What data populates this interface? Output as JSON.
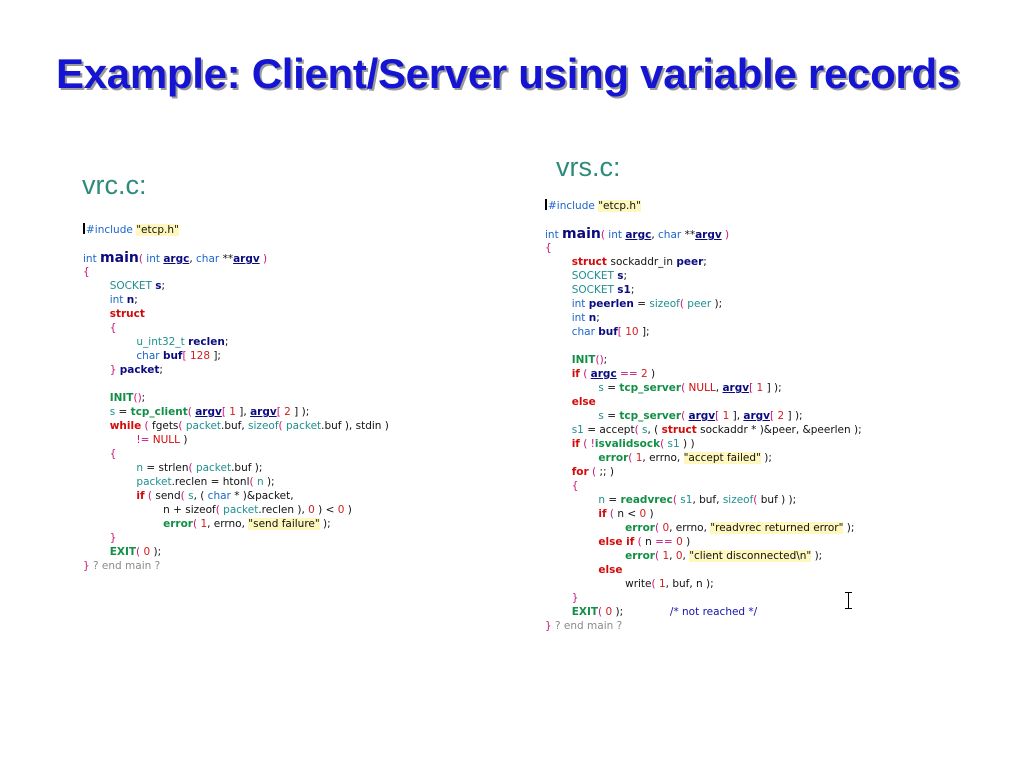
{
  "slide": {
    "title": "Example: Client/Server using variable records",
    "labels": {
      "client": "vrc.c:",
      "server": "vrs.c:"
    }
  },
  "colors": {
    "title": "#1414d2",
    "label": "#2e8b7a",
    "keyword": "#1a66cc",
    "type": "#1f8f8f",
    "control": "#d20a0a",
    "function": "#118f45",
    "variable": "#0b0b80",
    "number": "#d21e1e",
    "string_highlight": "#fff8be"
  },
  "client_code": [
    [
      [
        "pp",
        "#include "
      ],
      [
        "str",
        "\"etcp.h\""
      ]
    ],
    [],
    [
      [
        "kw",
        "int "
      ],
      [
        "main",
        "main"
      ],
      [
        "br",
        "("
      ],
      [
        "pl",
        " "
      ],
      [
        "kw",
        "int "
      ],
      [
        "arg",
        "argc"
      ],
      [
        "pl",
        ", "
      ],
      [
        "kw",
        "char "
      ],
      [
        "pl",
        "**"
      ],
      [
        "arg",
        "argv"
      ],
      [
        "pl",
        " "
      ],
      [
        "br",
        ")"
      ]
    ],
    [
      [
        "br",
        "{"
      ]
    ],
    [
      [
        "pl",
        "        "
      ],
      [
        "ty",
        "SOCKET "
      ],
      [
        "var",
        "s"
      ],
      [
        "pl",
        ";"
      ]
    ],
    [
      [
        "pl",
        "        "
      ],
      [
        "kw",
        "int "
      ],
      [
        "var",
        "n"
      ],
      [
        "pl",
        ";"
      ]
    ],
    [
      [
        "pl",
        "        "
      ],
      [
        "ctl",
        "struct"
      ]
    ],
    [
      [
        "pl",
        "        "
      ],
      [
        "br",
        "{"
      ]
    ],
    [
      [
        "pl",
        "                "
      ],
      [
        "ty",
        "u_int32_t "
      ],
      [
        "var",
        "reclen"
      ],
      [
        "pl",
        ";"
      ]
    ],
    [
      [
        "pl",
        "                "
      ],
      [
        "kw",
        "char "
      ],
      [
        "var",
        "buf"
      ],
      [
        "br",
        "["
      ],
      [
        "pl",
        " "
      ],
      [
        "num",
        "128"
      ],
      [
        "pl",
        " ];"
      ]
    ],
    [
      [
        "pl",
        "        "
      ],
      [
        "br",
        "}"
      ],
      [
        "pl",
        " "
      ],
      [
        "var",
        "packet"
      ],
      [
        "pl",
        ";"
      ]
    ],
    [],
    [
      [
        "pl",
        "        "
      ],
      [
        "fn",
        "INIT"
      ],
      [
        "br",
        "()"
      ],
      [
        "pl",
        ";"
      ]
    ],
    [
      [
        "pl",
        "        "
      ],
      [
        "fld",
        "s"
      ],
      [
        "pl",
        " = "
      ],
      [
        "fn",
        "tcp_client"
      ],
      [
        "br",
        "("
      ],
      [
        "pl",
        " "
      ],
      [
        "arg",
        "argv"
      ],
      [
        "br",
        "["
      ],
      [
        "pl",
        " "
      ],
      [
        "num",
        "1"
      ],
      [
        "pl",
        " ], "
      ],
      [
        "arg",
        "argv"
      ],
      [
        "br",
        "["
      ],
      [
        "pl",
        " "
      ],
      [
        "num",
        "2"
      ],
      [
        "pl",
        " ] );"
      ]
    ],
    [
      [
        "pl",
        "        "
      ],
      [
        "ctl",
        "while"
      ],
      [
        "pl",
        " "
      ],
      [
        "br",
        "("
      ],
      [
        "pl",
        " fgets"
      ],
      [
        "br",
        "("
      ],
      [
        "pl",
        " "
      ],
      [
        "fld",
        "packet"
      ],
      [
        "pl",
        ".buf, "
      ],
      [
        "fld",
        "sizeof"
      ],
      [
        "br",
        "("
      ],
      [
        "pl",
        " "
      ],
      [
        "fld",
        "packet"
      ],
      [
        "pl",
        ".buf ), stdin )"
      ]
    ],
    [
      [
        "pl",
        "                "
      ],
      [
        "op",
        "!="
      ],
      [
        "pl",
        " "
      ],
      [
        "nul",
        "NULL"
      ],
      [
        "pl",
        " )"
      ]
    ],
    [
      [
        "pl",
        "        "
      ],
      [
        "br",
        "{"
      ]
    ],
    [
      [
        "pl",
        "                "
      ],
      [
        "fld",
        "n"
      ],
      [
        "pl",
        " = strlen"
      ],
      [
        "br",
        "("
      ],
      [
        "pl",
        " "
      ],
      [
        "fld",
        "packet"
      ],
      [
        "pl",
        ".buf );"
      ]
    ],
    [
      [
        "pl",
        "                "
      ],
      [
        "fld",
        "packet"
      ],
      [
        "pl",
        ".reclen = htonl"
      ],
      [
        "br",
        "("
      ],
      [
        "pl",
        " "
      ],
      [
        "fld",
        "n"
      ],
      [
        "pl",
        " );"
      ]
    ],
    [
      [
        "pl",
        "                "
      ],
      [
        "ctl",
        "if"
      ],
      [
        "pl",
        " "
      ],
      [
        "br",
        "("
      ],
      [
        "pl",
        " send"
      ],
      [
        "br",
        "("
      ],
      [
        "pl",
        " "
      ],
      [
        "fld",
        "s"
      ],
      [
        "pl",
        ", ( "
      ],
      [
        "kw",
        "char"
      ],
      [
        "pl",
        " * )&packet,"
      ]
    ],
    [
      [
        "pl",
        "                        "
      ],
      [
        "pl",
        "n + sizeof"
      ],
      [
        "br",
        "("
      ],
      [
        "pl",
        " "
      ],
      [
        "fld",
        "packet"
      ],
      [
        "pl",
        ".reclen ), "
      ],
      [
        "num",
        "0"
      ],
      [
        "pl",
        " ) < "
      ],
      [
        "num",
        "0"
      ],
      [
        "pl",
        " )"
      ]
    ],
    [
      [
        "pl",
        "                        "
      ],
      [
        "fn",
        "error"
      ],
      [
        "br",
        "("
      ],
      [
        "pl",
        " "
      ],
      [
        "num",
        "1"
      ],
      [
        "pl",
        ", errno, "
      ],
      [
        "str",
        "\"send failure\""
      ],
      [
        "pl",
        " );"
      ]
    ],
    [
      [
        "pl",
        "        "
      ],
      [
        "br",
        "}"
      ]
    ],
    [
      [
        "pl",
        "        "
      ],
      [
        "fn",
        "EXIT"
      ],
      [
        "br",
        "("
      ],
      [
        "pl",
        " "
      ],
      [
        "num",
        "0"
      ],
      [
        "pl",
        " );"
      ]
    ],
    [
      [
        "br",
        "}"
      ],
      [
        "cm",
        " ? end main ?"
      ]
    ]
  ],
  "server_code": [
    [
      [
        "pp",
        "#include "
      ],
      [
        "str",
        "\"etcp.h\""
      ]
    ],
    [],
    [
      [
        "kw",
        "int "
      ],
      [
        "main",
        "main"
      ],
      [
        "br",
        "("
      ],
      [
        "pl",
        " "
      ],
      [
        "kw",
        "int "
      ],
      [
        "arg",
        "argc"
      ],
      [
        "pl",
        ", "
      ],
      [
        "kw",
        "char "
      ],
      [
        "pl",
        "**"
      ],
      [
        "arg",
        "argv"
      ],
      [
        "pl",
        " "
      ],
      [
        "br",
        ")"
      ]
    ],
    [
      [
        "br",
        "{"
      ]
    ],
    [
      [
        "pl",
        "        "
      ],
      [
        "ctl",
        "struct "
      ],
      [
        "pl",
        "sockaddr_in "
      ],
      [
        "var",
        "peer"
      ],
      [
        "pl",
        ";"
      ]
    ],
    [
      [
        "pl",
        "        "
      ],
      [
        "ty",
        "SOCKET "
      ],
      [
        "var",
        "s"
      ],
      [
        "pl",
        ";"
      ]
    ],
    [
      [
        "pl",
        "        "
      ],
      [
        "ty",
        "SOCKET "
      ],
      [
        "var",
        "s1"
      ],
      [
        "pl",
        ";"
      ]
    ],
    [
      [
        "pl",
        "        "
      ],
      [
        "kw",
        "int "
      ],
      [
        "var",
        "peerlen"
      ],
      [
        "pl",
        " = "
      ],
      [
        "fld",
        "sizeof"
      ],
      [
        "br",
        "("
      ],
      [
        "pl",
        " "
      ],
      [
        "fld",
        "peer"
      ],
      [
        "pl",
        " );"
      ]
    ],
    [
      [
        "pl",
        "        "
      ],
      [
        "kw",
        "int "
      ],
      [
        "var",
        "n"
      ],
      [
        "pl",
        ";"
      ]
    ],
    [
      [
        "pl",
        "        "
      ],
      [
        "kw",
        "char "
      ],
      [
        "var",
        "buf"
      ],
      [
        "br",
        "["
      ],
      [
        "pl",
        " "
      ],
      [
        "num",
        "10"
      ],
      [
        "pl",
        " ];"
      ]
    ],
    [],
    [
      [
        "pl",
        "        "
      ],
      [
        "fn",
        "INIT"
      ],
      [
        "br",
        "()"
      ],
      [
        "pl",
        ";"
      ]
    ],
    [
      [
        "pl",
        "        "
      ],
      [
        "ctl",
        "if"
      ],
      [
        "pl",
        " "
      ],
      [
        "br",
        "("
      ],
      [
        "pl",
        " "
      ],
      [
        "arg",
        "argc"
      ],
      [
        "pl",
        " "
      ],
      [
        "op",
        "=="
      ],
      [
        "pl",
        " "
      ],
      [
        "num",
        "2"
      ],
      [
        "pl",
        " )"
      ]
    ],
    [
      [
        "pl",
        "                "
      ],
      [
        "fld",
        "s"
      ],
      [
        "pl",
        " = "
      ],
      [
        "fn",
        "tcp_server"
      ],
      [
        "br",
        "("
      ],
      [
        "pl",
        " "
      ],
      [
        "nul",
        "NULL"
      ],
      [
        "pl",
        ", "
      ],
      [
        "arg",
        "argv"
      ],
      [
        "br",
        "["
      ],
      [
        "pl",
        " "
      ],
      [
        "num",
        "1"
      ],
      [
        "pl",
        " ] );"
      ]
    ],
    [
      [
        "pl",
        "        "
      ],
      [
        "ctl",
        "else"
      ]
    ],
    [
      [
        "pl",
        "                "
      ],
      [
        "fld",
        "s"
      ],
      [
        "pl",
        " = "
      ],
      [
        "fn",
        "tcp_server"
      ],
      [
        "br",
        "("
      ],
      [
        "pl",
        " "
      ],
      [
        "arg",
        "argv"
      ],
      [
        "br",
        "["
      ],
      [
        "pl",
        " "
      ],
      [
        "num",
        "1"
      ],
      [
        "pl",
        " ], "
      ],
      [
        "arg",
        "argv"
      ],
      [
        "br",
        "["
      ],
      [
        "pl",
        " "
      ],
      [
        "num",
        "2"
      ],
      [
        "pl",
        " ] );"
      ]
    ],
    [
      [
        "pl",
        "        "
      ],
      [
        "fld",
        "s1"
      ],
      [
        "pl",
        " = accept"
      ],
      [
        "br",
        "("
      ],
      [
        "pl",
        " "
      ],
      [
        "fld",
        "s"
      ],
      [
        "pl",
        ", ( "
      ],
      [
        "ctl",
        "struct"
      ],
      [
        "pl",
        " sockaddr * )&peer, &peerlen );"
      ]
    ],
    [
      [
        "pl",
        "        "
      ],
      [
        "ctl",
        "if"
      ],
      [
        "pl",
        " "
      ],
      [
        "br",
        "("
      ],
      [
        "pl",
        " "
      ],
      [
        "op",
        "!"
      ],
      [
        "fn2",
        "isvalidsock"
      ],
      [
        "br",
        "("
      ],
      [
        "pl",
        " "
      ],
      [
        "fld",
        "s1"
      ],
      [
        "pl",
        " ) )"
      ]
    ],
    [
      [
        "pl",
        "                "
      ],
      [
        "fn",
        "error"
      ],
      [
        "br",
        "("
      ],
      [
        "pl",
        " "
      ],
      [
        "num",
        "1"
      ],
      [
        "pl",
        ", errno, "
      ],
      [
        "str",
        "\"accept failed\""
      ],
      [
        "pl",
        " );"
      ]
    ],
    [
      [
        "pl",
        "        "
      ],
      [
        "ctl",
        "for"
      ],
      [
        "pl",
        " "
      ],
      [
        "br",
        "("
      ],
      [
        "pl",
        " ;; )"
      ]
    ],
    [
      [
        "pl",
        "        "
      ],
      [
        "br",
        "{"
      ]
    ],
    [
      [
        "pl",
        "                "
      ],
      [
        "fld",
        "n"
      ],
      [
        "pl",
        " = "
      ],
      [
        "fn",
        "readvrec"
      ],
      [
        "br",
        "("
      ],
      [
        "pl",
        " "
      ],
      [
        "fld",
        "s1"
      ],
      [
        "pl",
        ", buf, "
      ],
      [
        "fld",
        "sizeof"
      ],
      [
        "br",
        "("
      ],
      [
        "pl",
        " buf ) );"
      ]
    ],
    [
      [
        "pl",
        "                "
      ],
      [
        "ctl",
        "if"
      ],
      [
        "pl",
        " "
      ],
      [
        "br",
        "("
      ],
      [
        "pl",
        " n < "
      ],
      [
        "num",
        "0"
      ],
      [
        "pl",
        " )"
      ]
    ],
    [
      [
        "pl",
        "                        "
      ],
      [
        "fn",
        "error"
      ],
      [
        "br",
        "("
      ],
      [
        "pl",
        " "
      ],
      [
        "num",
        "0"
      ],
      [
        "pl",
        ", errno, "
      ],
      [
        "str",
        "\"readvrec returned error\""
      ],
      [
        "pl",
        " );"
      ]
    ],
    [
      [
        "pl",
        "                "
      ],
      [
        "ctl",
        "else if"
      ],
      [
        "pl",
        " "
      ],
      [
        "br",
        "("
      ],
      [
        "pl",
        " n "
      ],
      [
        "op",
        "=="
      ],
      [
        "pl",
        " "
      ],
      [
        "num",
        "0"
      ],
      [
        "pl",
        " )"
      ]
    ],
    [
      [
        "pl",
        "                        "
      ],
      [
        "fn",
        "error"
      ],
      [
        "br",
        "("
      ],
      [
        "pl",
        " "
      ],
      [
        "num",
        "1"
      ],
      [
        "pl",
        ", "
      ],
      [
        "num",
        "0"
      ],
      [
        "pl",
        ", "
      ],
      [
        "str",
        "\"client disconnected\\n\""
      ],
      [
        "pl",
        " );"
      ]
    ],
    [
      [
        "pl",
        "                "
      ],
      [
        "ctl",
        "else"
      ]
    ],
    [
      [
        "pl",
        "                        "
      ],
      [
        "pl",
        "write"
      ],
      [
        "br",
        "("
      ],
      [
        "pl",
        " "
      ],
      [
        "num",
        "1"
      ],
      [
        "pl",
        ", buf, n );"
      ]
    ],
    [
      [
        "pl",
        "        "
      ],
      [
        "br",
        "}"
      ]
    ],
    [
      [
        "pl",
        "        "
      ],
      [
        "fn",
        "EXIT"
      ],
      [
        "br",
        "("
      ],
      [
        "pl",
        " "
      ],
      [
        "num",
        "0"
      ],
      [
        "pl",
        " );"
      ],
      [
        "pl",
        "              "
      ],
      [
        "cm2",
        "/* not reached */"
      ]
    ],
    [
      [
        "br",
        "}"
      ],
      [
        "cm",
        " ? end main ?"
      ]
    ]
  ]
}
